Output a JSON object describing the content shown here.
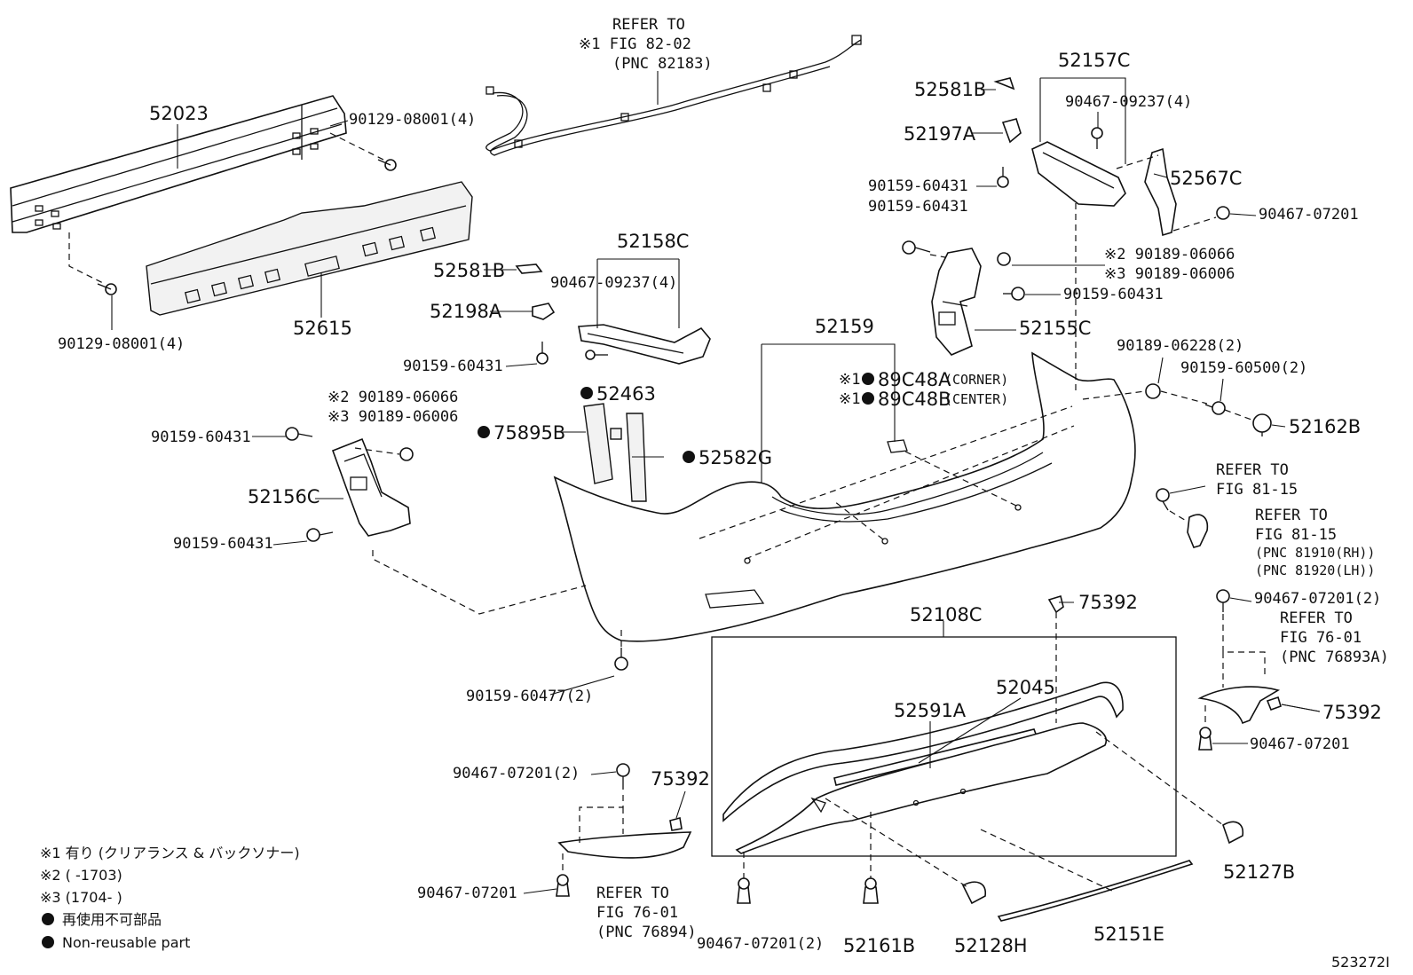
{
  "diagram_id": "523272I",
  "callouts": {
    "c52023": "52023",
    "c90129_a": "90129-08001(4)",
    "c90129_b": "90129-08001(4)",
    "c52615": "52615",
    "ref82_1": "REFER TO",
    "ref82_2": "※1 FIG 82-02",
    "ref82_3": "(PNC 82183)",
    "c52158C": "52158C",
    "c52581B_a": "52581B",
    "c90467_09237_a": "90467-09237(4)",
    "c52198A": "52198A",
    "c90159_60431_a": "90159-60431",
    "c52463": "52463",
    "c75895B": "75895B",
    "c52582G": "52582G",
    "note2_a": "※2 90189-06066",
    "note3_a": "※3 90189-06006",
    "c90159_60431_b": "90159-60431",
    "c52156C": "52156C",
    "c90159_60431_c": "90159-60431",
    "c52159": "52159",
    "c89C48A": "89C48A",
    "c89C48A_pre": "※1",
    "c89C48A_tag": "(CORNER)",
    "c89C48B": "89C48B",
    "c89C48B_pre": "※1",
    "c89C48B_tag": "(CENTER)",
    "c90159_60477": "90159-60477(2)",
    "c52581B_b": "52581B",
    "c52197A": "52197A",
    "c90159_60431_d": "90159-60431",
    "c90159_60431_e": "90159-60431",
    "c52157C": "52157C",
    "c90467_09237_b": "90467-09237(4)",
    "c52567C": "52567C",
    "c90467_07201_a": "90467-07201",
    "note2_b": "※2 90189-06066",
    "note3_b": "※3 90189-06006",
    "c90159_60431_f": "90159-60431",
    "c52155C": "52155C",
    "c90189_06228": "90189-06228(2)",
    "c90159_60500": "90159-60500(2)",
    "c52162B": "52162B",
    "ref8115a_1": "REFER TO",
    "ref8115a_2": "FIG 81-15",
    "ref8115b_1": "REFER TO",
    "ref8115b_2": "FIG 81-15",
    "ref8115b_3": "(PNC 81910(RH))",
    "ref8115b_4": "(PNC 81920(LH))",
    "c52108C": "52108C",
    "c75392_a": "75392",
    "c90467_07201_b": "90467-07201(2)",
    "ref7601a_1": "REFER TO",
    "ref7601a_2": "FIG 76-01",
    "ref7601a_3": "(PNC 76893A)",
    "c75392_b": "75392",
    "c90467_07201_c": "90467-07201",
    "c52045": "52045",
    "c52591A": "52591A",
    "c90467_07201_d": "90467-07201(2)",
    "c75392_c": "75392",
    "c90467_07201_e": "90467-07201",
    "ref7601b_1": "REFER TO",
    "ref7601b_2": "FIG 76-01",
    "ref7601b_3": "(PNC 76894)",
    "c90467_07201_f": "90467-07201(2)",
    "c52161B": "52161B",
    "c52128H": "52128H",
    "c52151E": "52151E",
    "c52127B": "52127B"
  },
  "legend": {
    "n1": "※1 有り (クリアランス & バックソナー)",
    "n2": "※2 (      -1703)",
    "n3": "※3 (1704-      )",
    "n4": "再使用不可部品",
    "n5": "Non-reusable part"
  }
}
